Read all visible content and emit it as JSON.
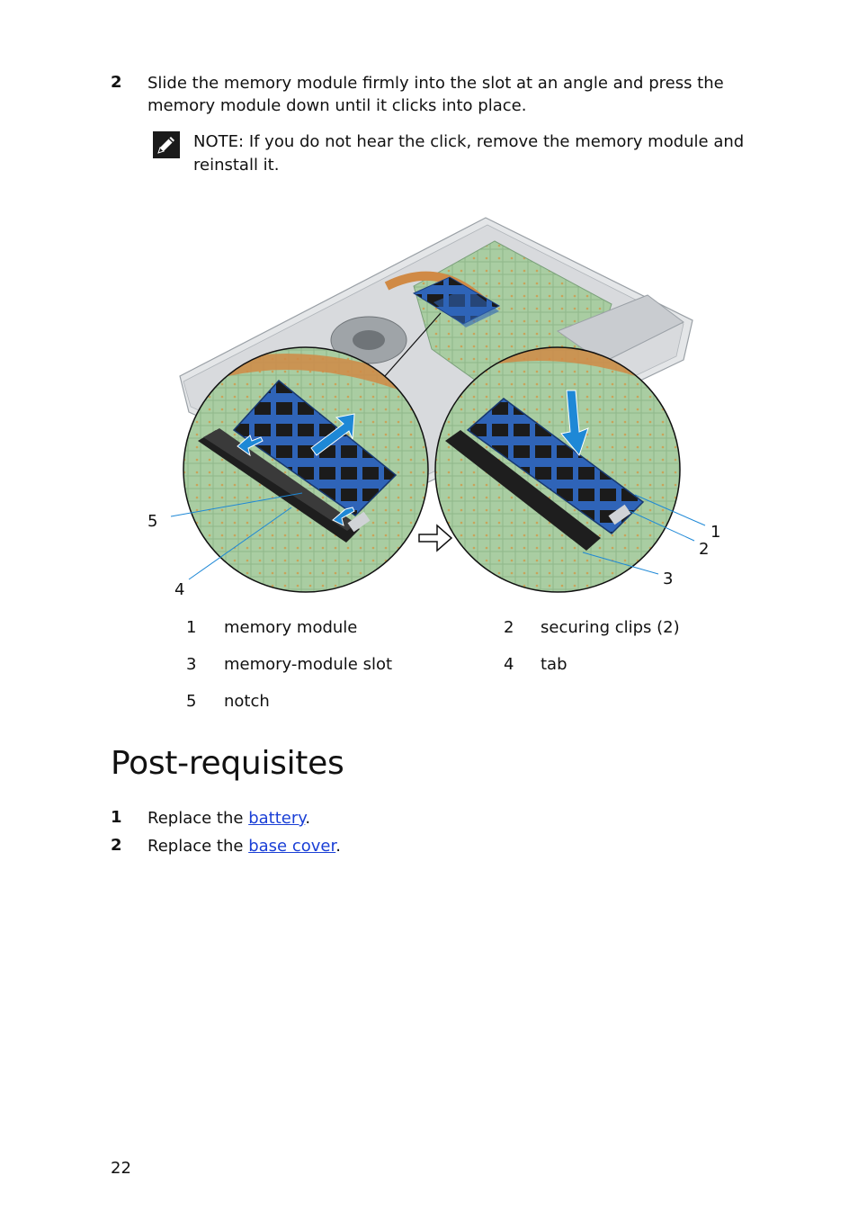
{
  "step2": {
    "number": "2",
    "text": "Slide the memory module firmly into the slot at an angle and press the memory module down until it clicks into place."
  },
  "note": {
    "label": "NOTE:",
    "text": "If you do not hear the click, remove the memory module and reinstall it.",
    "icon": "pencil-icon"
  },
  "figure": {
    "callouts": [
      "1",
      "2",
      "3",
      "4",
      "5"
    ]
  },
  "legend": [
    {
      "num": "1",
      "label": "memory module"
    },
    {
      "num": "2",
      "label": "securing clips (2)"
    },
    {
      "num": "3",
      "label": "memory-module slot"
    },
    {
      "num": "4",
      "label": "tab"
    },
    {
      "num": "5",
      "label": "notch"
    }
  ],
  "postreq": {
    "heading": "Post-requisites",
    "steps": [
      {
        "num": "1",
        "prefix": "Replace the ",
        "link": "battery",
        "suffix": "."
      },
      {
        "num": "2",
        "prefix": "Replace the ",
        "link": "base cover",
        "suffix": "."
      }
    ]
  },
  "page_number": "22",
  "colors": {
    "link": "#1a3fd6",
    "board": "#9fc49a",
    "module": "#2f64b8",
    "arrow": "#1e88d6"
  }
}
